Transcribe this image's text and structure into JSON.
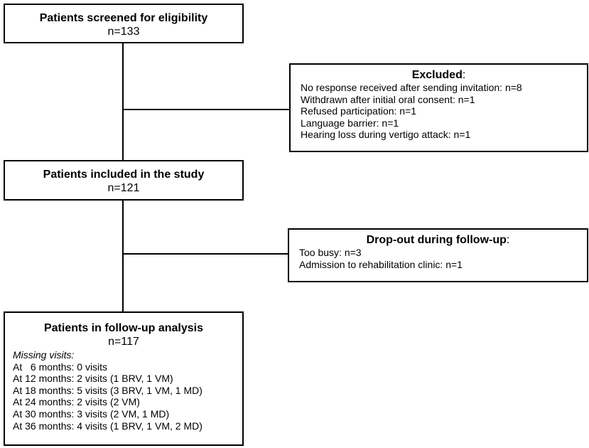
{
  "screened": {
    "title": "Patients screened for eligibility",
    "count": "n=133"
  },
  "excluded": {
    "title": "Excluded",
    "title_suffix": ":",
    "reasons": [
      "No response received after sending invitation: n=8",
      "Withdrawn after initial oral consent: n=1",
      "Refused participation: n=1",
      "Language barrier: n=1",
      "Hearing loss during vertigo attack: n=1"
    ]
  },
  "included": {
    "title": "Patients included in the study",
    "count": "n=121"
  },
  "dropout": {
    "title": "Drop-out during follow-up",
    "title_suffix": ":",
    "reasons": [
      "Too busy: n=3",
      "Admission to rehabilitation clinic: n=1"
    ]
  },
  "followup": {
    "title": "Patients in follow-up analysis",
    "count": "n=117",
    "missing_label": "Missing visits:",
    "visits": [
      "At   6 months: 0 visits",
      "At 12 months: 2 visits (1 BRV, 1 VM)",
      "At 18 months: 5 visits (3 BRV, 1 VM, 1 MD)",
      "At 24 months: 2 visits (2 VM)",
      "At 30 months: 3 visits (2 VM, 1 MD)",
      "At 36 months: 4 visits (1 BRV, 1 VM, 2 MD)"
    ]
  }
}
